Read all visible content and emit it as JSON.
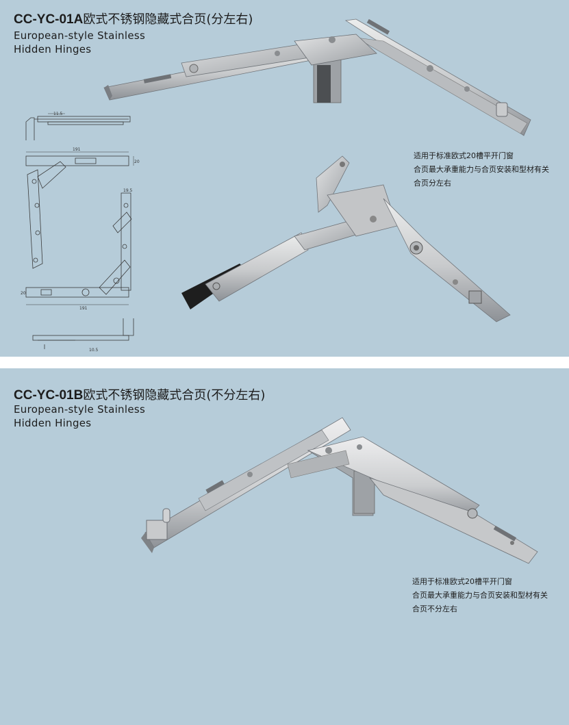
{
  "products": [
    {
      "code": "CC-YC-01A",
      "name_cn": "欧式不锈钢隐藏式合页(分左右)",
      "name_en_line1": "European-style Stainless",
      "name_en_line2": "Hidden Hinges",
      "notes": [
        "适用于标准欧式20槽平开门窗",
        "合页最大承重能力与合页安装和型材有关",
        "合页分左右"
      ]
    },
    {
      "code": "CC-YC-01B",
      "name_cn": "欧式不锈钢隐藏式合页(不分左右)",
      "name_en_line1": "European-style Stainless",
      "name_en_line2": "Hidden Hinges",
      "notes": [
        "适用于标准欧式20槽平开门窗",
        "合页最大承重能力与合页安装和型材有关",
        "合页不分左右"
      ]
    }
  ],
  "drawing_dimensions": {
    "top_offset": "11.5",
    "length_top": "191",
    "width_top": "20",
    "side_offset": "19.5",
    "width_bottom": "20",
    "length_bottom": "191",
    "bottom_offset": "10.5"
  },
  "colors": {
    "panel_background": "#b6ccd9",
    "steel_light": "#d9dadb",
    "steel_dark": "#8d9196",
    "handle_black": "#1e1e1e"
  }
}
